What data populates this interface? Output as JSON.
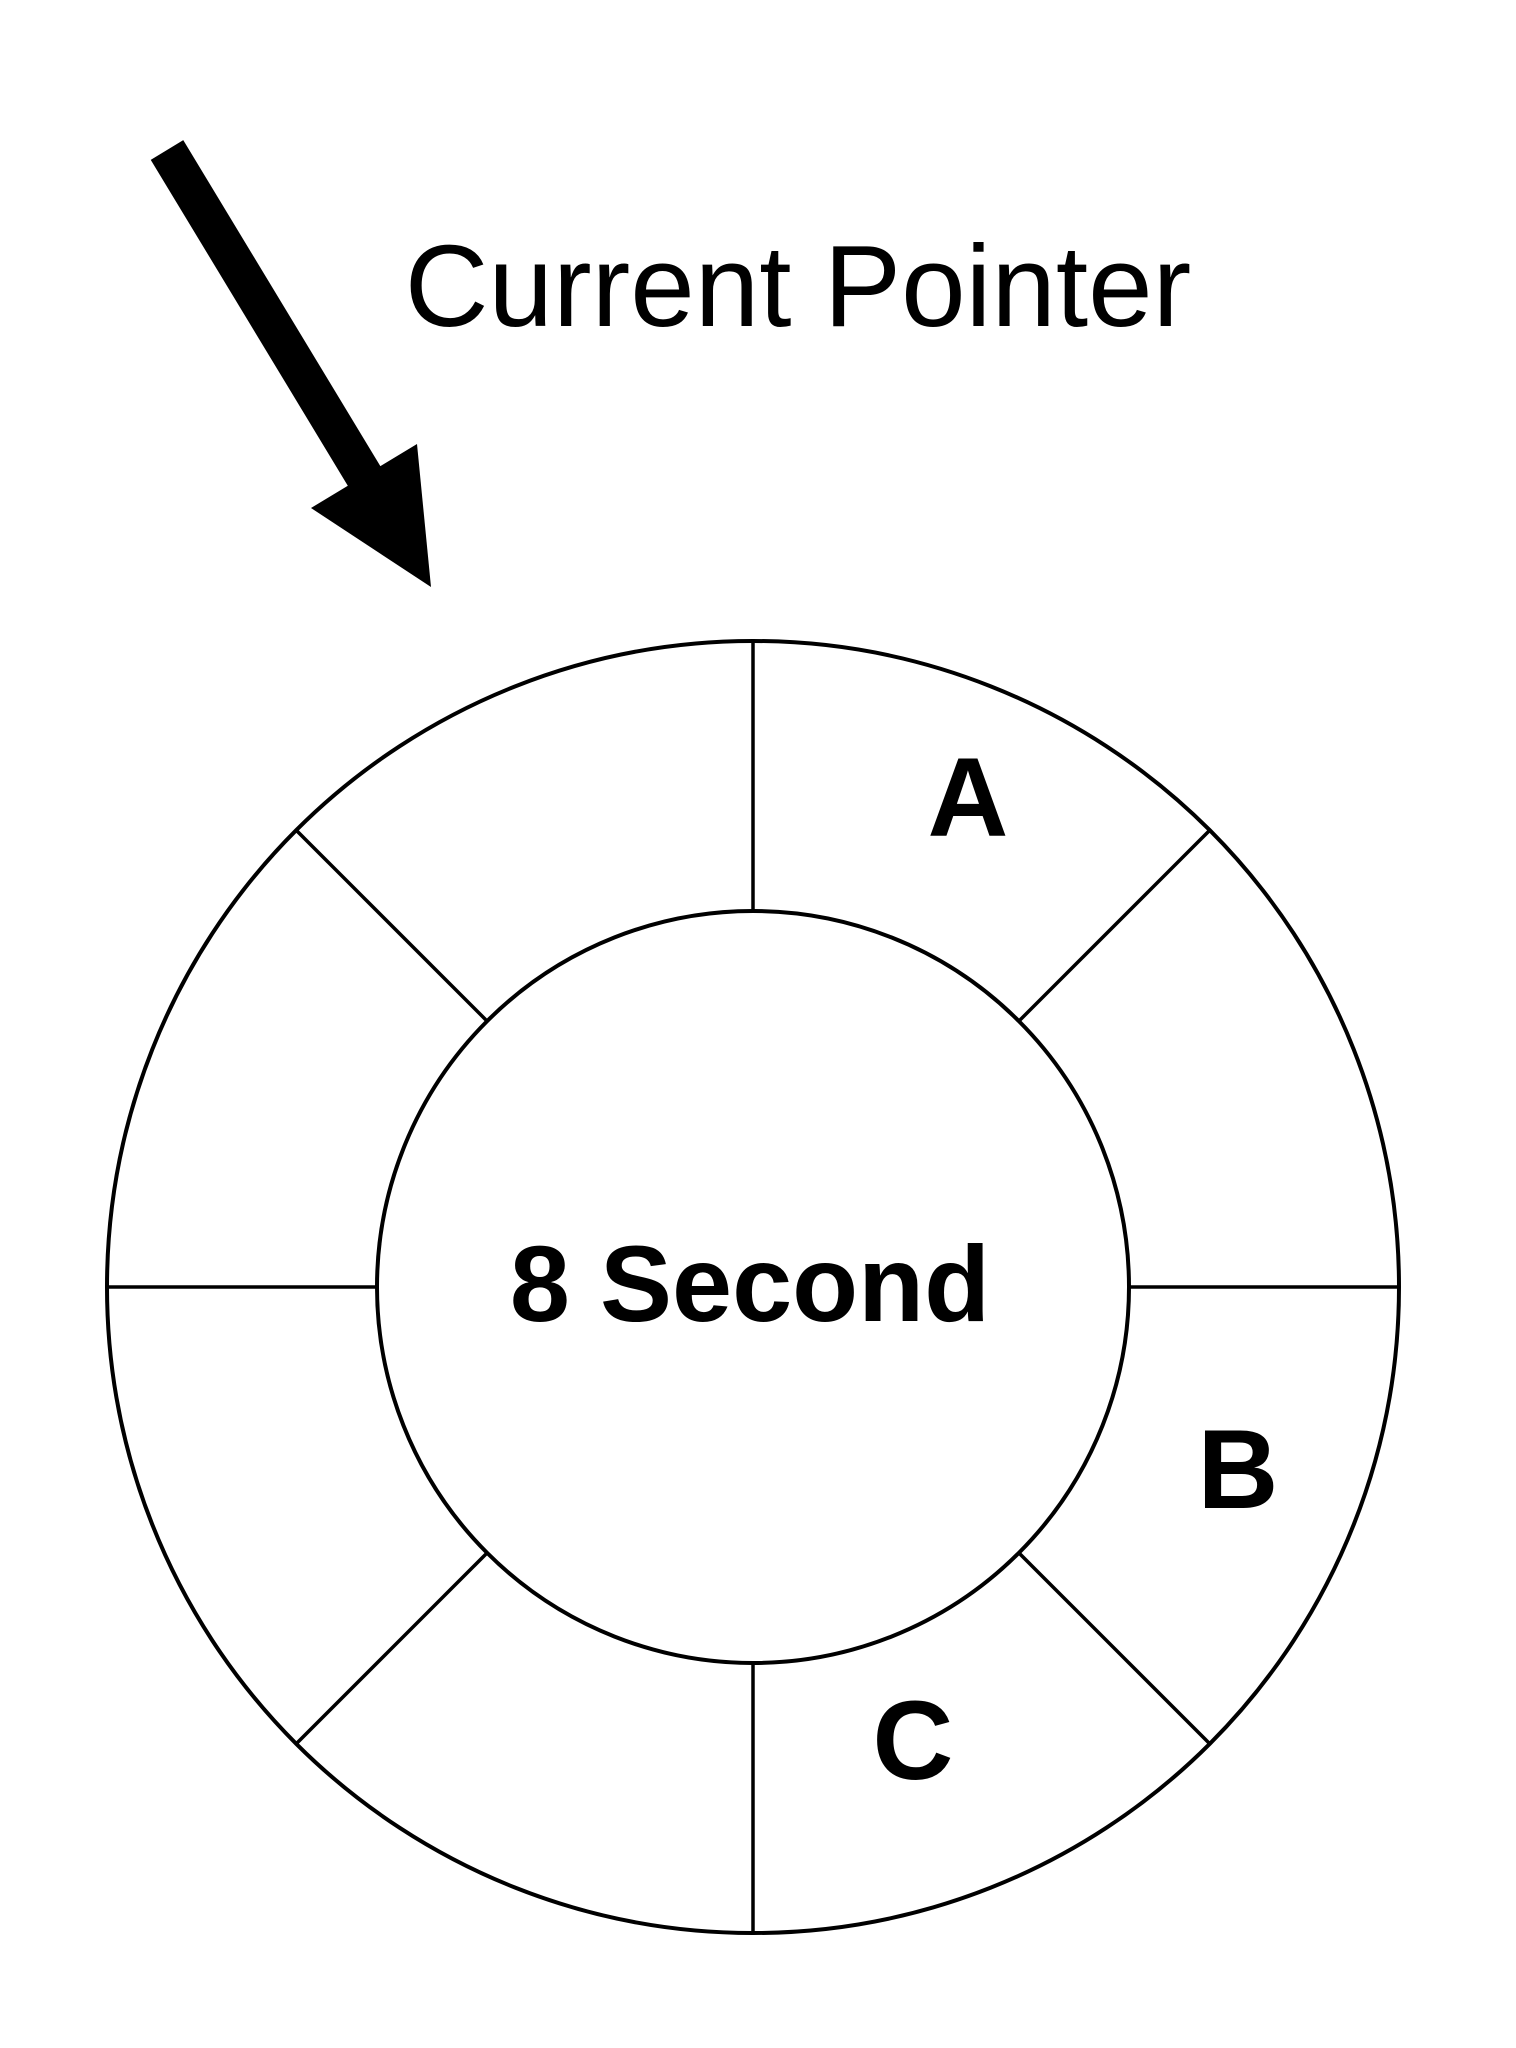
{
  "title": {
    "text": "Current Pointer"
  },
  "wheel": {
    "center_label": "8 Second",
    "segment_count": 8,
    "segments": [
      {
        "position": "12:00-1:30",
        "label": "A"
      },
      {
        "position": "1:30-3:00",
        "label": ""
      },
      {
        "position": "3:00-4:30",
        "label": "B"
      },
      {
        "position": "4:30-6:00",
        "label": "C"
      },
      {
        "position": "6:00-7:30",
        "label": ""
      },
      {
        "position": "7:30-9:00",
        "label": ""
      },
      {
        "position": "9:00-10:30",
        "label": ""
      },
      {
        "position": "10:30-12:00",
        "label": ""
      }
    ]
  },
  "icons": {
    "pointer_arrow": "thick-diagonal-arrow-pointing-down-right-at-wheel"
  },
  "colors": {
    "ink": "#000000",
    "background": "#ffffff"
  }
}
